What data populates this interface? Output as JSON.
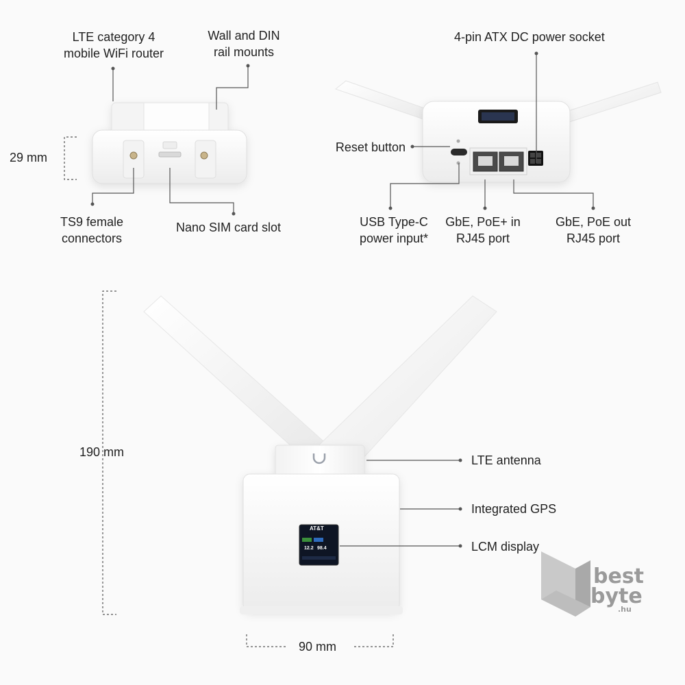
{
  "labels": {
    "lte_router": "LTE category 4\nmobile WiFi router",
    "wall_din": "Wall and DIN\nrail mounts",
    "atx_power": "4-pin ATX DC power socket",
    "reset_button": "Reset button",
    "ts9": "TS9 female\nconnectors",
    "nano_sim": "Nano SIM card slot",
    "usb_c": "USB Type-C\npower input*",
    "gbe_poe_in": "GbE, PoE+ in\nRJ45 port",
    "gbe_poe_out": "GbE, PoE out\nRJ45 port",
    "lte_antenna": "LTE antenna",
    "gps": "Integrated GPS",
    "lcm": "LCM display"
  },
  "dimensions": {
    "depth": "29 mm",
    "height": "190 mm",
    "width": "90 mm"
  },
  "screen": {
    "carrier": "AT&T",
    "down": "12.2",
    "up": "98.4"
  },
  "logo": {
    "line1": "best",
    "line2": "byte",
    "suffix": ".hu"
  },
  "colors": {
    "device": "#ffffff",
    "leader": "#555555",
    "logo": "#9a9a9a"
  }
}
